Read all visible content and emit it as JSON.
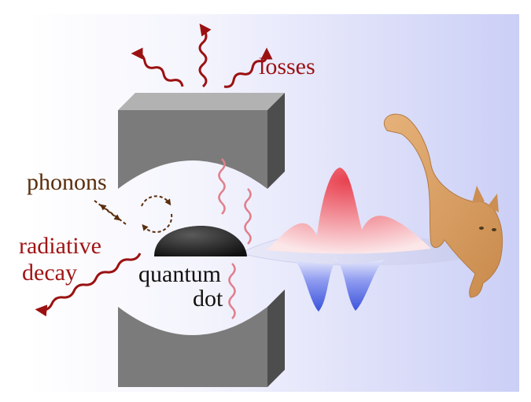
{
  "labels": {
    "losses": "losses",
    "phonons": "phonons",
    "radiative": "radiative",
    "decay": "decay",
    "quantum": "quantum",
    "dot": "dot"
  },
  "colors": {
    "loss_arrow": "#9b1111",
    "phonon_label": "#5a2e0c",
    "radiative_label": "#a01515",
    "cavity_photon": "#e0808c",
    "mirror_front": "#7b7b7b",
    "mirror_top": "#b2b2b2",
    "mirror_side": "#4d4d4d",
    "dot_fill": "#222222",
    "wigner_positive": "#e84a5a",
    "wigner_negative": "#4a5fe0",
    "background_left": "#ffffff",
    "background_right": "#cccff6",
    "cat_fur": "#d9a062"
  },
  "icons": {
    "phonon_cycle": "circular-dashed-arrows-icon",
    "phonon_arrows": "dashed-double-arrow-icon",
    "loss": "wavy-arrow-icon",
    "emission": "wavy-arrow-icon",
    "cat": "cat-icon"
  }
}
